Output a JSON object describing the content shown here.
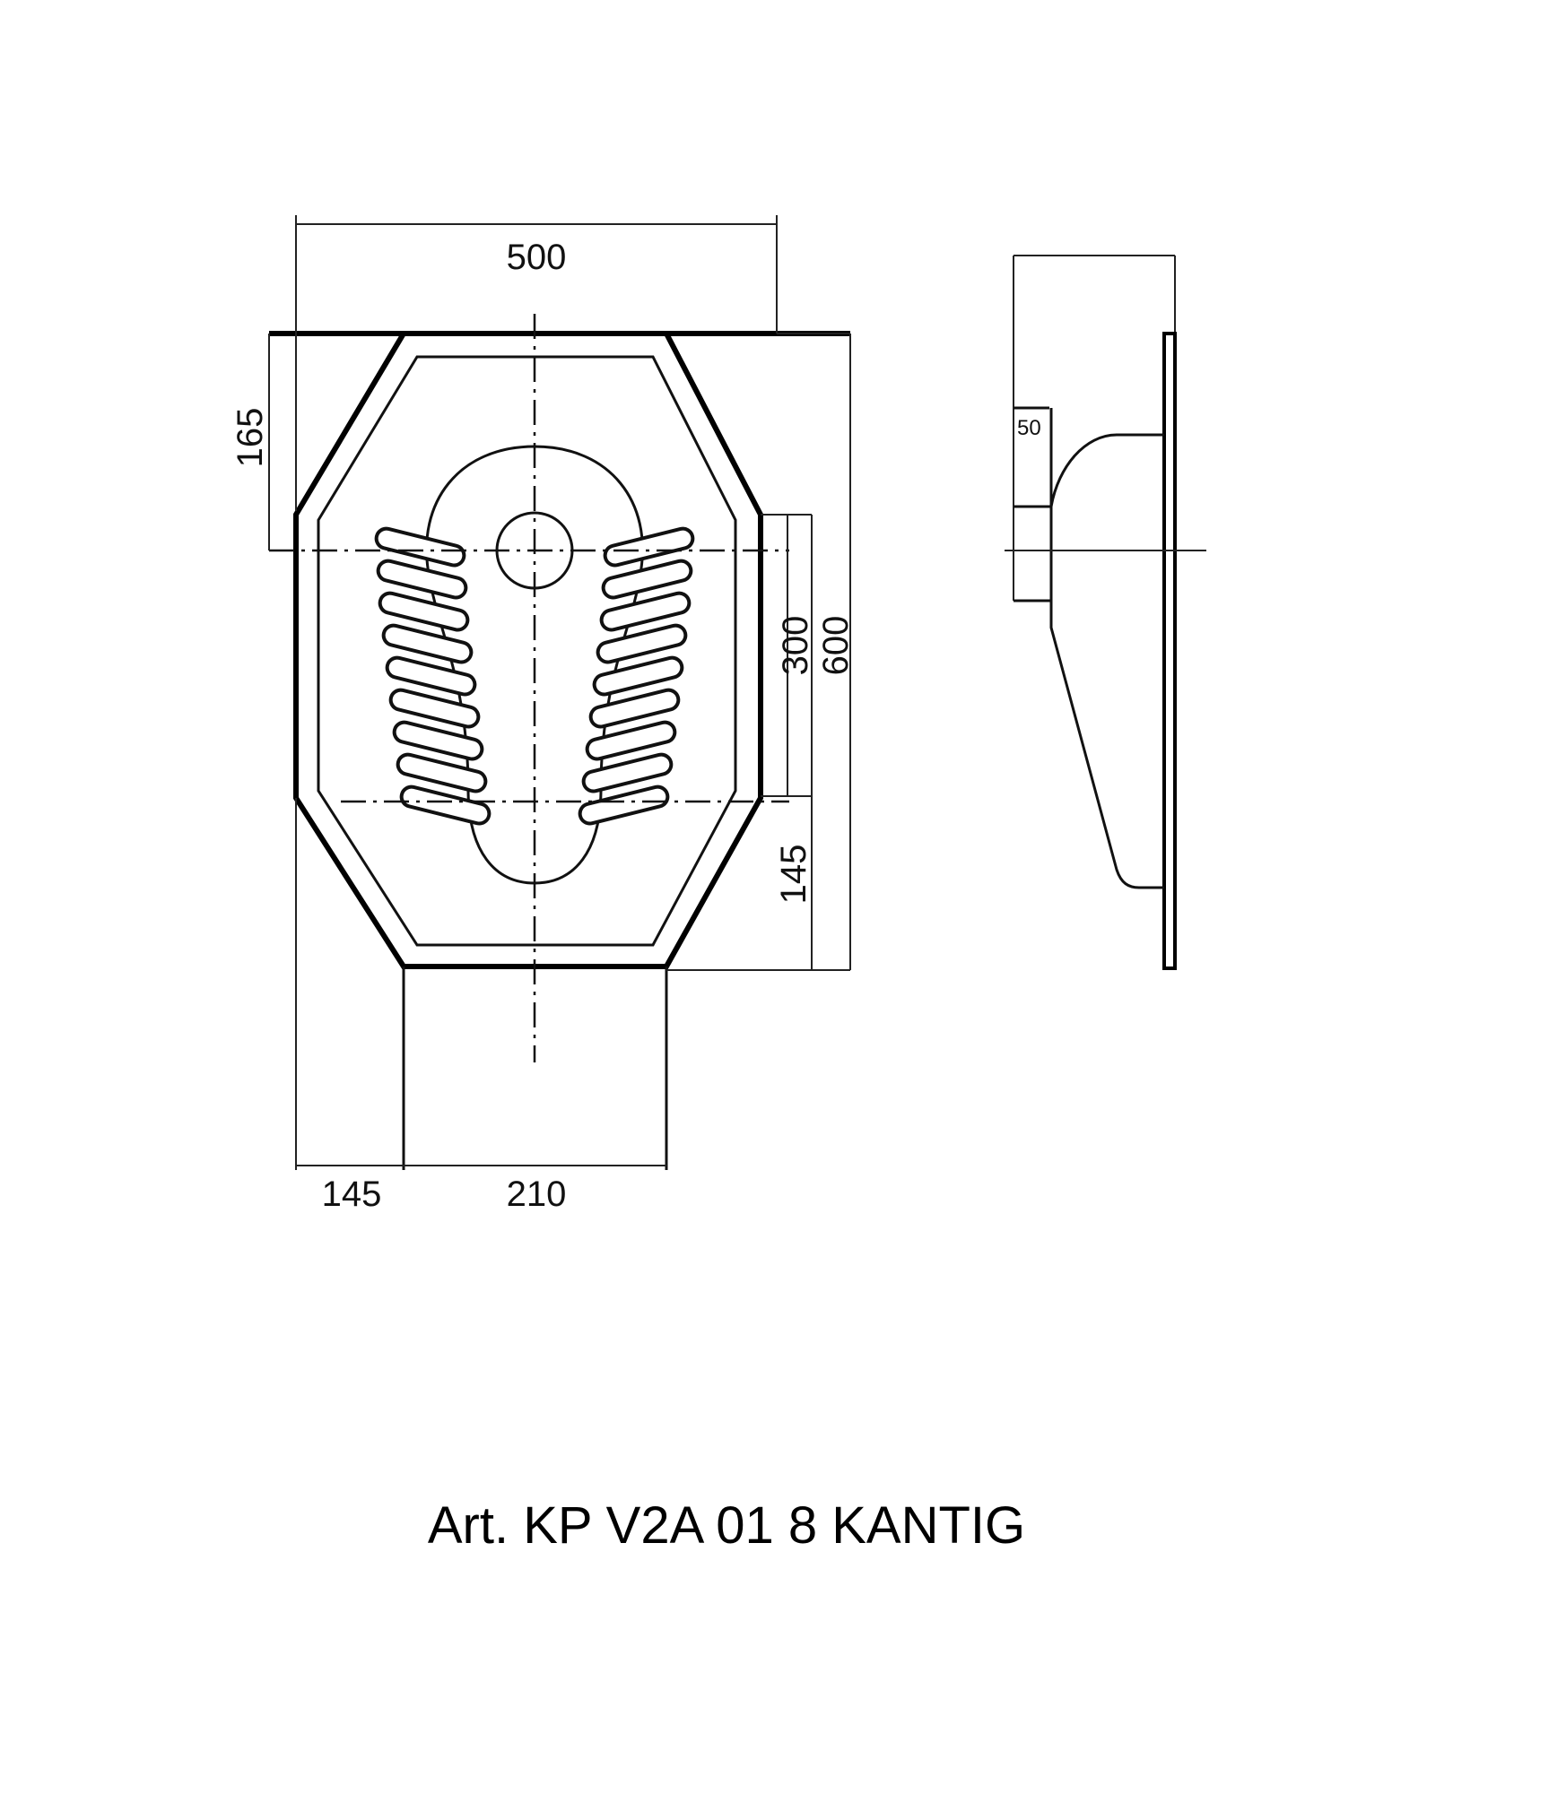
{
  "dimensions": {
    "width_total": "500",
    "top_depth": "165",
    "drain_to_front": "300",
    "total_length": "600",
    "front_to_drain_end": "145",
    "left_offset": "145",
    "outlet_width": "210",
    "side_step": "50"
  },
  "caption": "Art. KP V2A 01 8 KANTIG"
}
